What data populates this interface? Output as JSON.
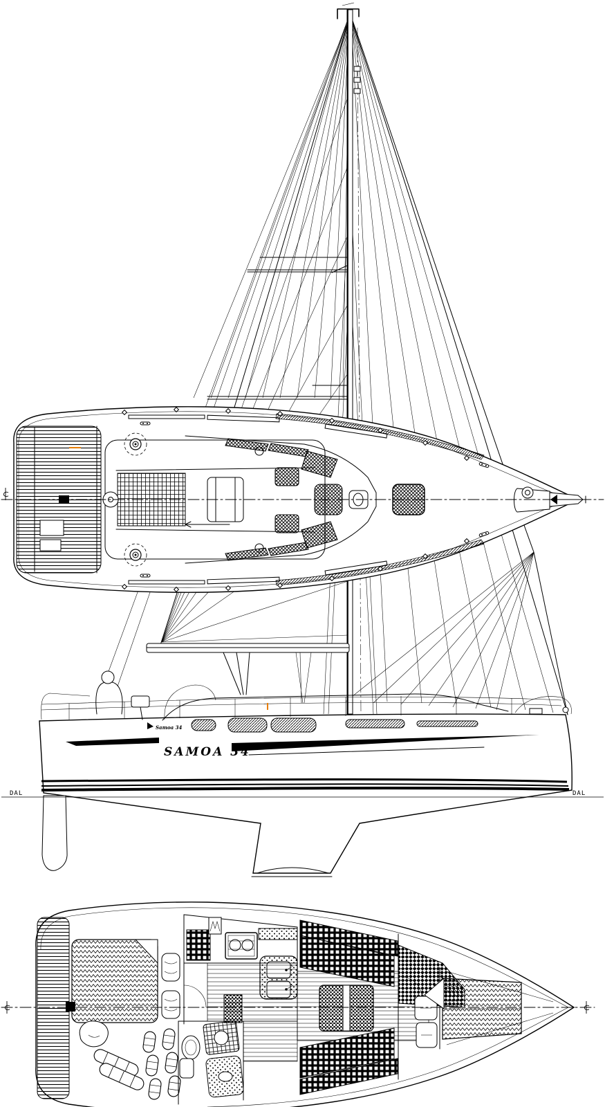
{
  "drawing": {
    "labels": {
      "hull_name": "SAMOA 34",
      "cabin_logo": "Samoa 34",
      "waterline_mark_left": "DAL",
      "waterline_mark_right": "DAL"
    },
    "colors": {
      "ink": "#000000",
      "paper": "#ffffff",
      "accent": "#e87e04"
    }
  }
}
